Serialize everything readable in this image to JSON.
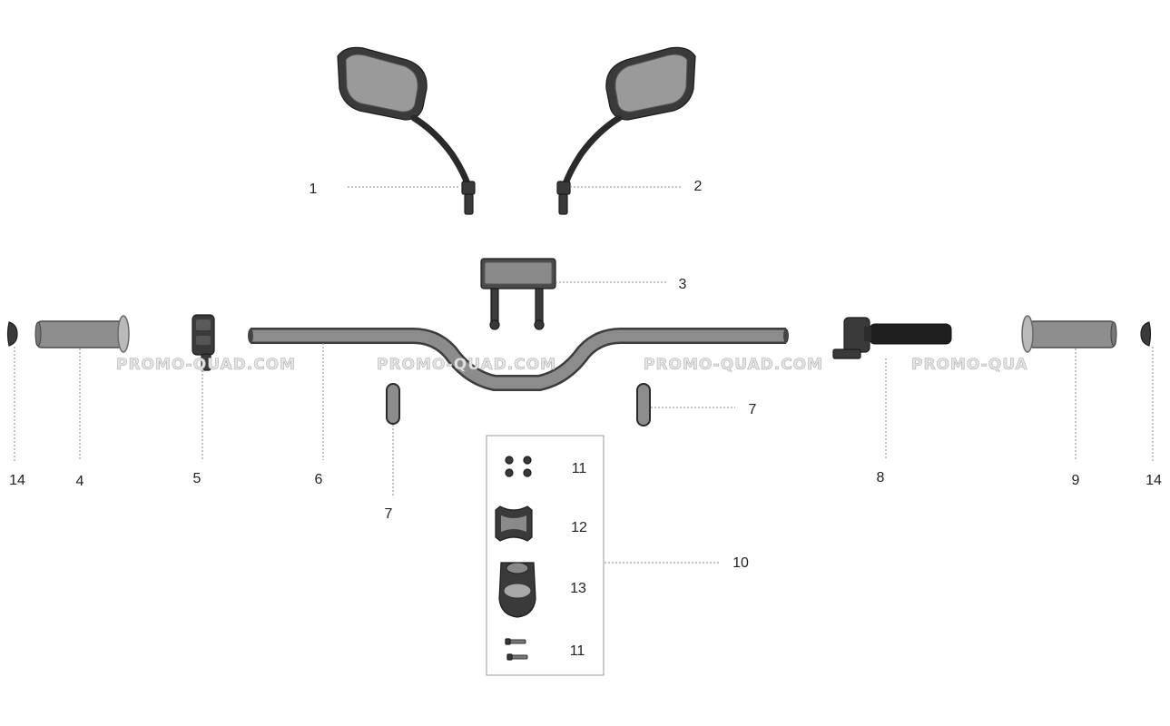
{
  "watermark": {
    "text": "PROMO-QUAD.COM",
    "text_truncated": "PROMO-QUA"
  },
  "callouts": {
    "c1": "1",
    "c2": "2",
    "c3": "3",
    "c4": "4",
    "c5": "5",
    "c6": "6",
    "c7_left": "7",
    "c7_right": "7",
    "c8": "8",
    "c9": "9",
    "c10": "10",
    "c11_top": "11",
    "c11_bottom": "11",
    "c12": "12",
    "c13": "13",
    "c14_left": "14",
    "c14_right": "14"
  },
  "colors": {
    "part_dark": "#3a3a3a",
    "part_mid": "#8e8e8e",
    "part_light": "#b9b9b9",
    "leader_line": "#8a8a8a"
  }
}
